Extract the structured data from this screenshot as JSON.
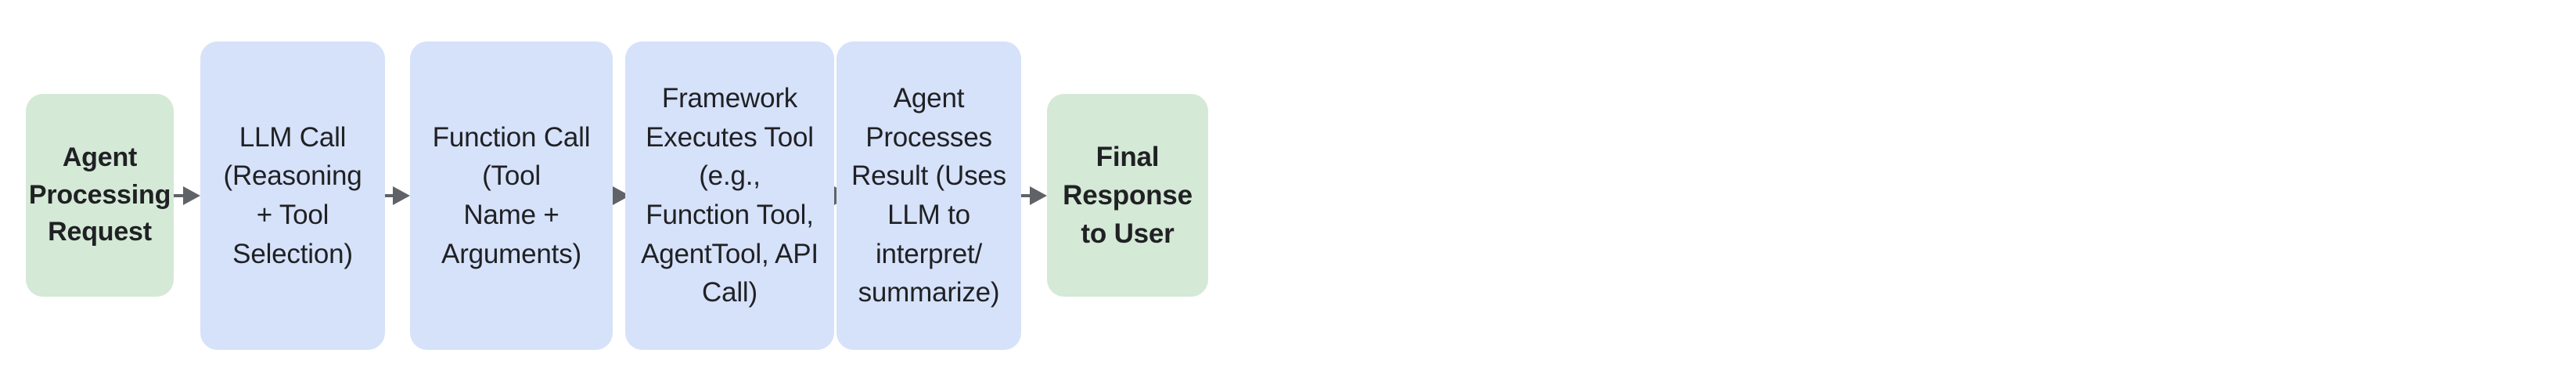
{
  "diagram": {
    "type": "flowchart",
    "orientation": "left-to-right",
    "background_color": "#ffffff",
    "terminal_node_color": "#d4e9d6",
    "step_node_color": "#d6e2fa",
    "connector_color": "#5f6368",
    "text_color": "#202124",
    "nodes": [
      {
        "id": "agent-processing-request",
        "label": "Agent\nProcessing\nRequest",
        "kind": "terminal",
        "color": "#d4e9d6"
      },
      {
        "id": "llm-call",
        "label": "LLM Call (Reasoning\n+ Tool Selection)",
        "kind": "step",
        "color": "#d6e2fa"
      },
      {
        "id": "function-call",
        "label": "Function Call (Tool\nName + Arguments)",
        "kind": "step",
        "color": "#d6e2fa"
      },
      {
        "id": "framework-executes-tool",
        "label": "Framework\nExecutes Tool (e.g.,\nFunction Tool,\nAgentTool, API Call)",
        "kind": "step",
        "color": "#d6e2fa"
      },
      {
        "id": "agent-processes-result",
        "label": "Agent Processes\nResult (Uses LLM to\ninterpret/\nsummarize)",
        "kind": "step",
        "color": "#d6e2fa"
      },
      {
        "id": "final-response-to-user",
        "label": "Final Response\nto User",
        "kind": "terminal",
        "color": "#d4e9d6"
      }
    ],
    "edges": [
      {
        "id": "edge-0",
        "from": "agent-processing-request",
        "to": "llm-call",
        "label": "",
        "arrow": "right-arrow-icon"
      },
      {
        "id": "edge-1",
        "from": "llm-call",
        "to": "function-call",
        "label": "",
        "arrow": "right-arrow-icon"
      },
      {
        "id": "edge-2",
        "from": "function-call",
        "to": "framework-executes-tool",
        "label": "",
        "arrow": "right-arrow-icon"
      },
      {
        "id": "edge-3",
        "from": "framework-executes-tool",
        "to": "agent-processes-result",
        "label": "",
        "arrow": "right-arrow-icon"
      },
      {
        "id": "edge-4",
        "from": "agent-processes-result",
        "to": "final-response-to-user",
        "label": "",
        "arrow": "right-arrow-icon"
      }
    ]
  }
}
